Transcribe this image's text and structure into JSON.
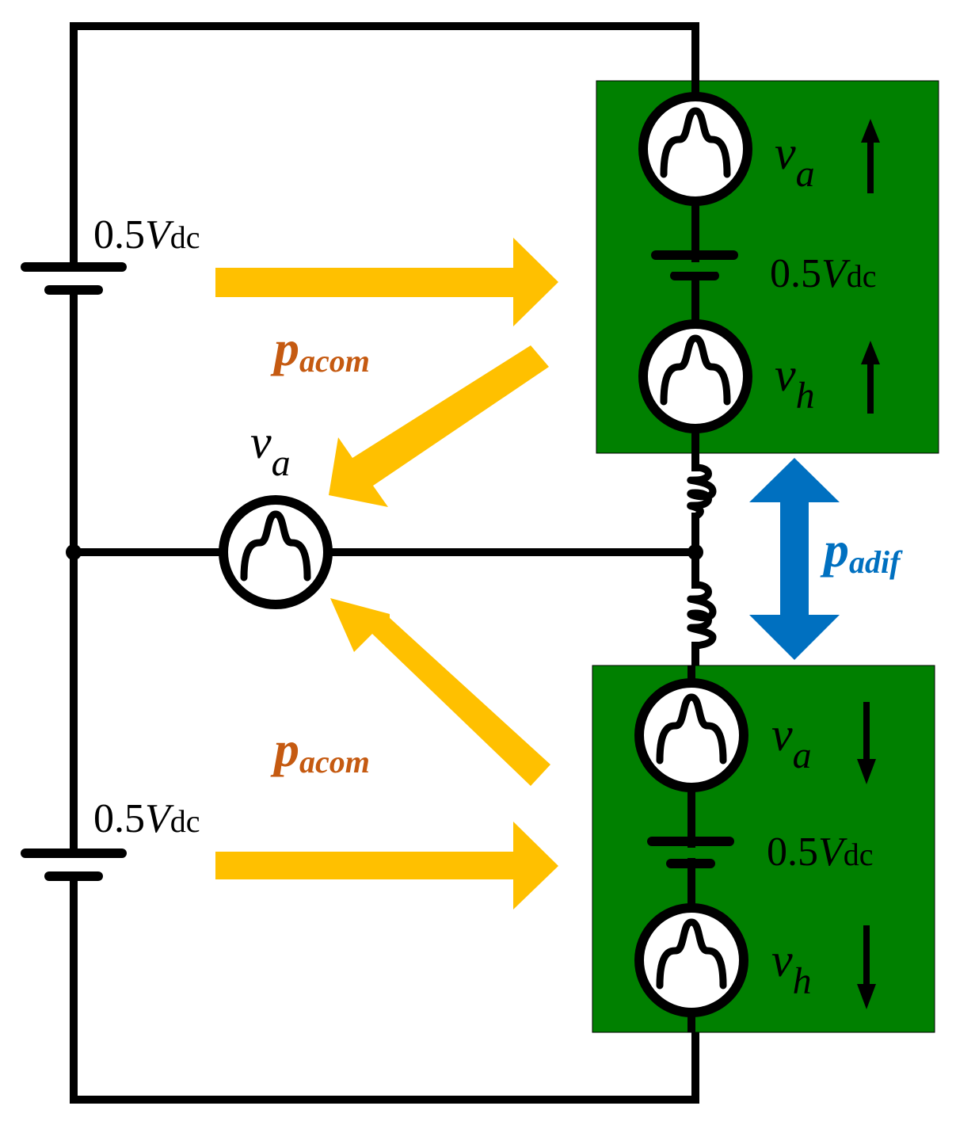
{
  "colors": {
    "wire": "#000000",
    "module_fill": "#008000",
    "source_fill": "#ffffff",
    "arrow_common": "#ffc000",
    "arrow_diff": "#0070c0",
    "text_common": "#c55a11",
    "text_diff": "#0070c0"
  },
  "labels": {
    "upper_battery": {
      "coef": "0.5",
      "sym": "V",
      "sub": "dc"
    },
    "lower_battery": {
      "coef": "0.5",
      "sym": "V",
      "sub": "dc"
    },
    "upper_module_dc": {
      "coef": "0.5",
      "sym": "V",
      "sub": "dc"
    },
    "lower_module_dc": {
      "coef": "0.5",
      "sym": "V",
      "sub": "dc"
    },
    "ac_source": {
      "sym": "v",
      "sub": "a"
    },
    "upper_va": {
      "sym": "v",
      "sub": "a"
    },
    "upper_vh": {
      "sym": "v",
      "sub": "h"
    },
    "lower_va": {
      "sym": "v",
      "sub": "a"
    },
    "lower_vh": {
      "sym": "v",
      "sub": "h"
    },
    "p_common_upper": {
      "sym": "p",
      "sub": "acom"
    },
    "p_common_lower": {
      "sym": "p",
      "sub": "acom"
    },
    "p_diff": {
      "sym": "p",
      "sub": "adif"
    }
  },
  "icons": {
    "ac_source": "ac-source-icon",
    "battery": "battery-icon",
    "inductor": "inductor-icon",
    "arrow_up": "arrow-up-icon",
    "arrow_down": "arrow-down-icon"
  }
}
